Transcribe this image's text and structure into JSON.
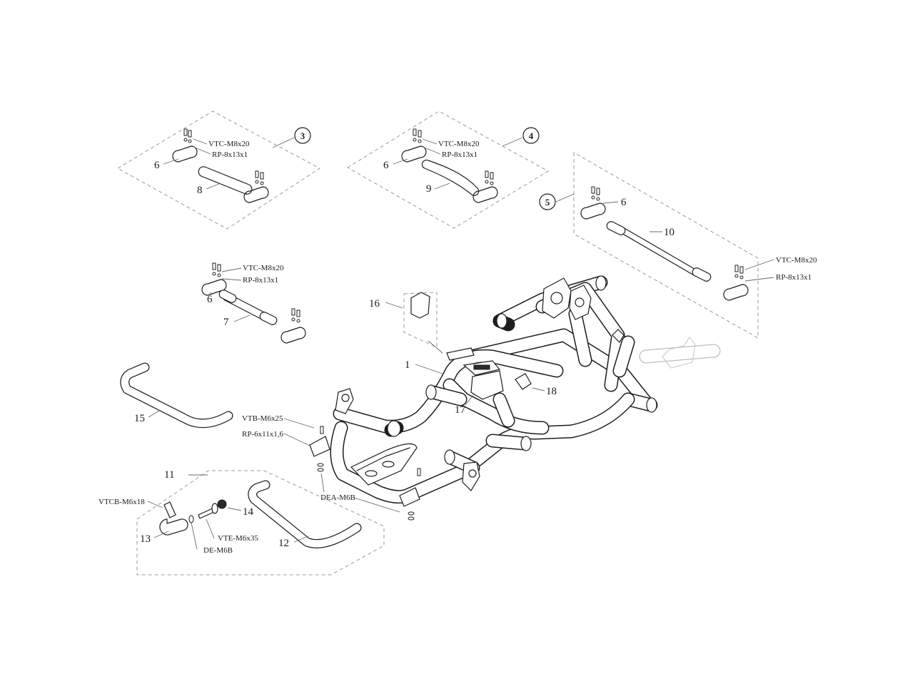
{
  "groups": [
    "3",
    "4",
    "5"
  ],
  "part_numbers": {
    "p1": "1",
    "p6a": "6",
    "p6b": "6",
    "p6c": "6",
    "p6d": "6",
    "p7": "7",
    "p8": "8",
    "p9": "9",
    "p10": "10",
    "p11": "11",
    "p12": "12",
    "p13": "13",
    "p14": "14",
    "p15": "15",
    "p16": "16",
    "p17": "17",
    "p18": "18"
  },
  "hardware": {
    "vtc_g3": "VTC-M8x20",
    "rp_g3": "RP-8x13x1",
    "vtc_g4": "VTC-M8x20",
    "rp_g4": "RP-8x13x1",
    "vtc_g5": "VTC-M8x20",
    "rp_g5": "RP-8x13x1",
    "vtc_p7": "VTC-M8x20",
    "rp_p7": "RP-8x13x1",
    "vtb": "VTB-M6x25",
    "rp6": "RP-6x11x1,6",
    "dea": "DEA-M6B",
    "vtcb": "VTCB-M6x18",
    "vte": "VTE-M6x35",
    "de": "DE-M6B"
  }
}
